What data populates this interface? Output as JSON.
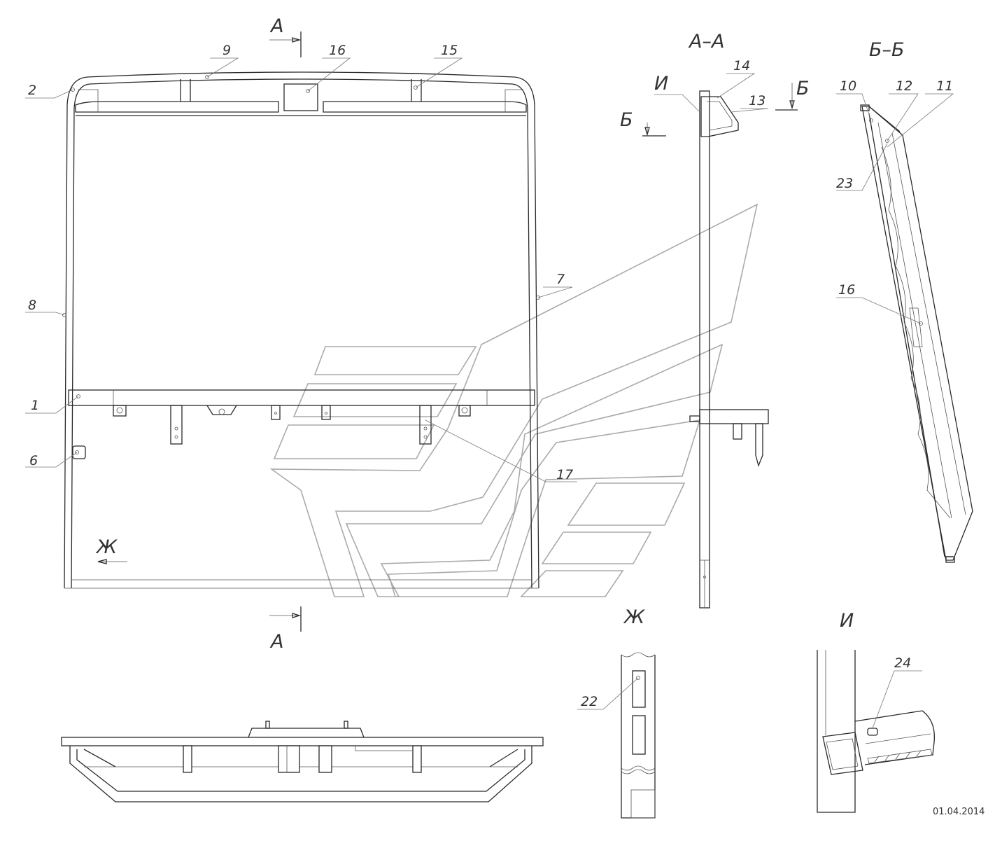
{
  "drawing": {
    "section_marks": {
      "a_top": "А",
      "a_bottom": "А",
      "b_left": "Б",
      "b_right": "Б",
      "zh_arrow": "Ж"
    },
    "view_titles": {
      "section_aa": "А–А",
      "section_bb": "Б–Б",
      "view_zh": "Ж",
      "view_i": "И",
      "detail_i_mark": "И"
    },
    "callouts": {
      "c1": "1",
      "c2": "2",
      "c6": "6",
      "c7": "7",
      "c8": "8",
      "c9": "9",
      "c15": "15",
      "c16": "16",
      "c17": "17",
      "c14": "14",
      "c13": "13",
      "c10": "10",
      "c12": "12",
      "c11": "11",
      "c23": "23",
      "c16b": "16",
      "c22": "22",
      "c24": "24"
    },
    "date": "01.04.2014"
  }
}
